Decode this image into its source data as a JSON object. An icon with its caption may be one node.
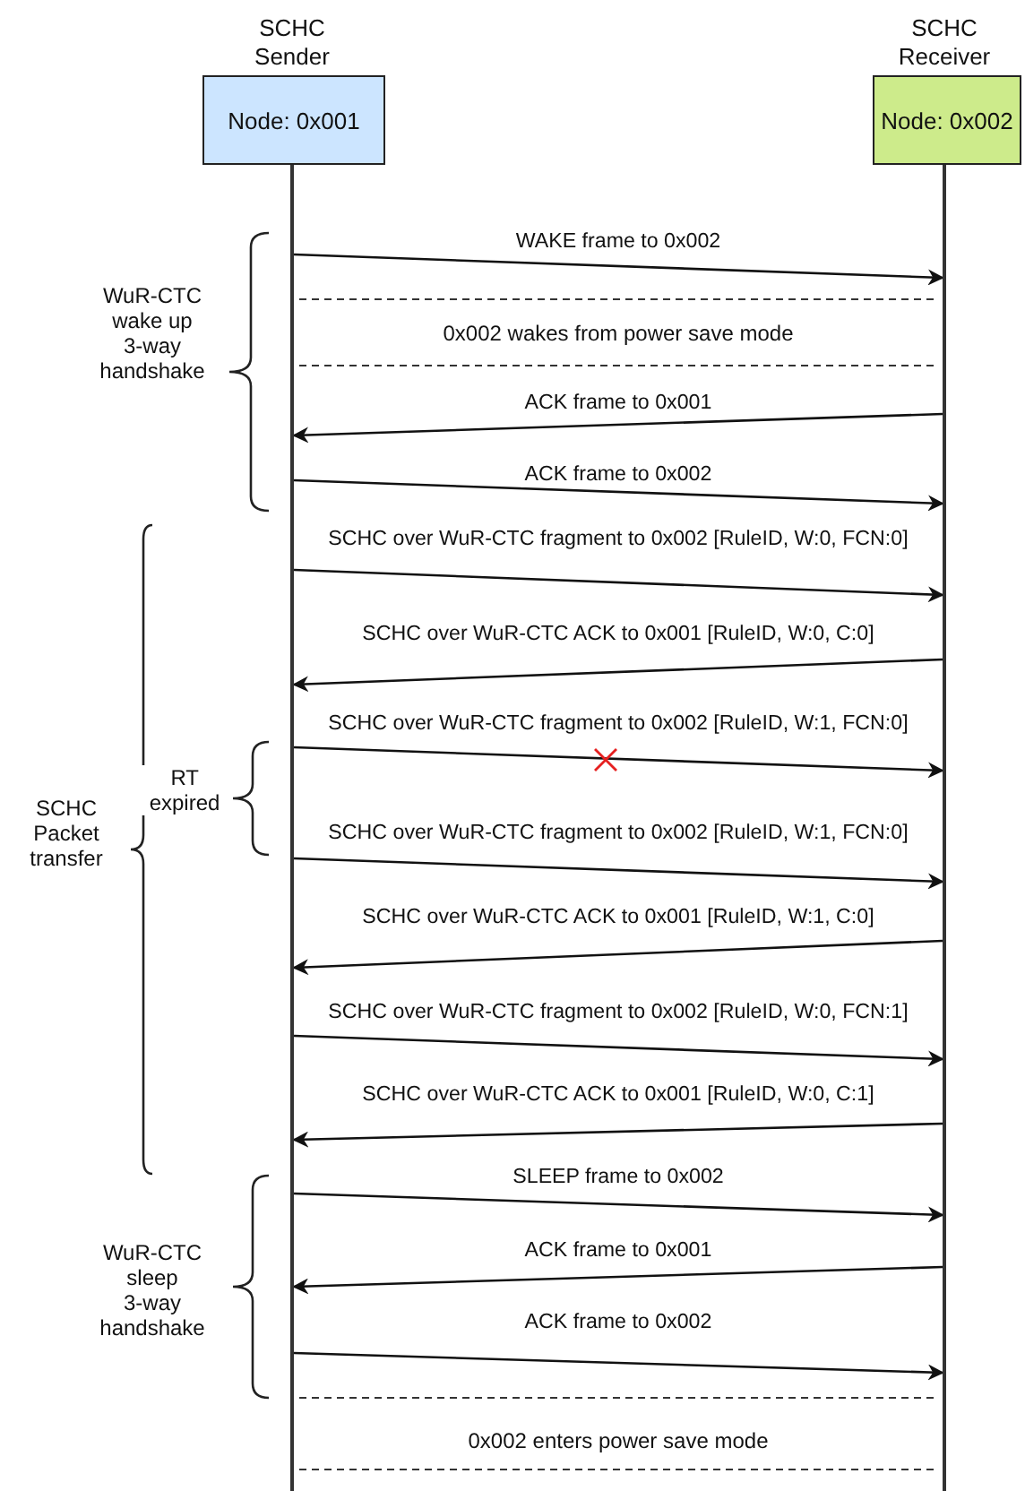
{
  "diagram": {
    "nodes": [
      {
        "text": [
          "SCHC Sender",
          "Node: 0x001"
        ]
      },
      {
        "text": [
          "SCHC Receiver",
          "Node: 0x002"
        ]
      },
      {
        "text": [],
        "shape": "bar"
      },
      {
        "text": [],
        "shape": "bar"
      }
    ],
    "edges": [
      {
        "from": 2,
        "to": 3,
        "arrow": "to",
        "label": "WAKE frame to 0x002"
      },
      {
        "from": 3,
        "to": 2,
        "arrow": "to",
        "label": "ACK frame to 0x001"
      },
      {
        "from": 2,
        "to": 3,
        "arrow": "to",
        "label": "ACK frame to 0x002"
      },
      {
        "from": 2,
        "to": 3,
        "arrow": "to",
        "label": "SCHC over WuR-CTC fragment to 0x002 [RuleID, W:0, FCN:0]"
      },
      {
        "from": 3,
        "to": 2,
        "arrow": "to",
        "label": "SCHC over WuR-CTC ACK to 0x001 [RuleID, W:0, C:0]"
      },
      {
        "from": 2,
        "to": 3,
        "arrow": "to",
        "label": "SCHC over WuR-CTC fragment to 0x002 [RuleID, W:1, FCN:0]"
      },
      {
        "from": 2,
        "to": 3,
        "arrow": "to",
        "label": "SCHC over WuR-CTC fragment to 0x002 [RuleID, W:1, FCN:0]"
      },
      {
        "from": 3,
        "to": 2,
        "arrow": "to",
        "label": "SCHC over WuR-CTC ACK to 0x001 [RuleID, W:1, C:0]"
      },
      {
        "from": 2,
        "to": 3,
        "arrow": "to",
        "label": "SCHC over WuR-CTC fragment to 0x002 [RuleID, W:0, FCN:1]"
      },
      {
        "from": 3,
        "to": 2,
        "arrow": "to",
        "label": "SCHC over WuR-CTC ACK to 0x001 [RuleID, W:0, C:1]"
      },
      {
        "from": 2,
        "to": 3,
        "arrow": "to",
        "label": "SLEEP frame to 0x002"
      },
      {
        "from": 3,
        "to": 2,
        "arrow": "to",
        "label": "ACK frame to 0x001"
      },
      {
        "from": 2,
        "to": 3,
        "arrow": "to",
        "label": "ACK frame to 0x002"
      }
    ],
    "labels": [
      "WuR-CTC wake up 3-way handshake",
      "0x002 wakes from power save mode",
      "SCHC Packet transfer",
      "RT expired",
      "WuR-CTC sleep 3-way handshake",
      "0x002 enters power save mode"
    ]
  }
}
